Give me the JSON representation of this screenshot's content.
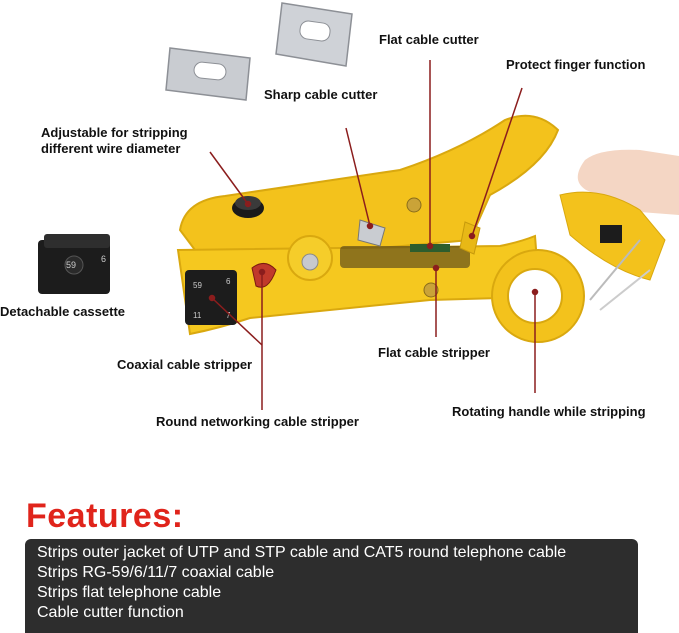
{
  "labels": {
    "flat_cable_cutter": "Flat cable cutter",
    "sharp_cable_cutter": "Sharp cable cutter",
    "protect_finger": "Protect finger function",
    "adjustable_line1": "Adjustable for stripping",
    "adjustable_line2": "different wire diameter",
    "detachable_cassette": "Detachable cassette",
    "coaxial_stripper": "Coaxial cable stripper",
    "flat_cable_stripper": "Flat cable stripper",
    "round_networking": "Round networking cable stripper",
    "rotating_handle": "Rotating handle while stripping",
    "cassette_marks": [
      "59",
      "6",
      "11",
      "7"
    ]
  },
  "features": {
    "title": "Features:",
    "items": [
      "Strips outer jacket of UTP and STP cable and CAT5 round telephone cable",
      "Strips RG-59/6/11/7 coaxial cable",
      "Strips flat telephone cable",
      "Cable cutter function"
    ]
  },
  "colors": {
    "tool_yellow": "#f3c21c",
    "tool_shadow": "#d9a80f",
    "leader_red": "#8b1d1d",
    "features_red": "#e0241b",
    "features_bg": "#2d2d2d"
  }
}
